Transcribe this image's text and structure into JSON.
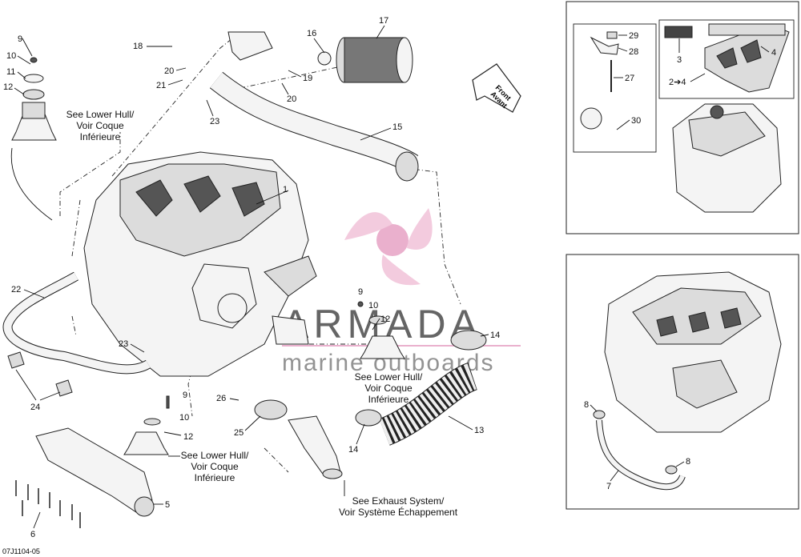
{
  "callouts": [
    "1",
    "2",
    "3",
    "4",
    "5",
    "6",
    "7",
    "8",
    "9",
    "10",
    "11",
    "12",
    "13",
    "14",
    "15",
    "16",
    "17",
    "18",
    "19",
    "20",
    "21",
    "22",
    "23",
    "24",
    "25",
    "26",
    "27",
    "28",
    "29",
    "30"
  ],
  "notes": {
    "lower_hull_1": [
      "See Lower Hull/",
      "Voir Coque",
      "Inférieure"
    ],
    "lower_hull_2": [
      "See Lower Hull/",
      "Voir Coque",
      "Inférieure"
    ],
    "lower_hull_3": [
      "See Lower Hull/",
      "Voir Coque",
      "Inférieure"
    ],
    "exhaust": [
      "See Exhaust System/",
      "Voir Système Échappement"
    ]
  },
  "front_arrow": [
    "Front",
    "Avant"
  ],
  "inset_label_arrow": "2➔4",
  "watermark": {
    "brand": "ARMADA",
    "tagline": "marine outboards",
    "color": "#e8a8c8"
  },
  "figure_code": "07J1104-05"
}
